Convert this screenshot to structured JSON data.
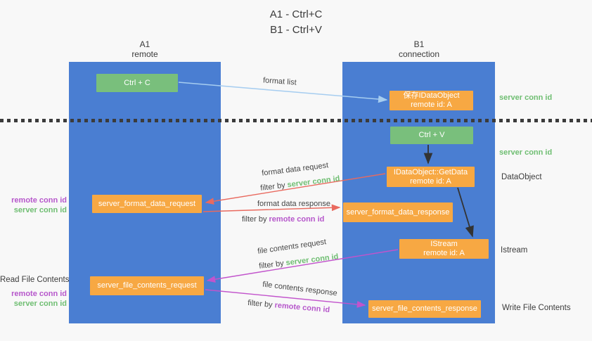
{
  "title": {
    "line1": "A1 - Ctrl+C",
    "line2": "B1 - Ctrl+V"
  },
  "columns": {
    "left": {
      "name": "A1",
      "role": "remote"
    },
    "right": {
      "name": "B1",
      "role": "connection"
    }
  },
  "boxes": {
    "ctrl_c": "Ctrl + C",
    "ctrl_v": "Ctrl + V",
    "save_idataobject": {
      "line1": "保存IDataObject",
      "line2": "remote id: A"
    },
    "getdata": {
      "line1": "IDataObject::GetData",
      "line2": "remote id: A"
    },
    "istream": {
      "line1": "IStream",
      "line2": "remote id: A"
    },
    "format_request": "server_format_data_request",
    "format_response": "server_format_data_response",
    "file_request": "server_file_contents_request",
    "file_response": "server_file_contents_response"
  },
  "labels": {
    "format_list": "format list",
    "format_data_request": "format data request",
    "format_data_response": "format data response",
    "file_contents_request": "file contents request",
    "file_contents_response": "file contents response",
    "filter_by": "filter by ",
    "server_conn_id": "server conn id",
    "remote_conn_id": "remote conn id"
  },
  "annotations": {
    "left": {
      "remote_conn_id_top": "remote conn id",
      "server_conn_id_top": "server conn id",
      "read_file_contents": "Read File Contents",
      "remote_conn_id_bottom": "remote conn id",
      "server_conn_id_bottom": "server conn id"
    },
    "right": {
      "server_conn_id_top": "server conn id",
      "server_conn_id_mid": "server conn id",
      "dataobject": "DataObject",
      "istream": "Istream",
      "write_file_contents": "Write File Contents"
    }
  },
  "colors": {
    "background": "#f8f8f8",
    "lifeline_blue": "#4a7ed2",
    "box_green": "#79bf7c",
    "box_orange": "#f7a843",
    "arrow_light_blue": "#a6cdf0",
    "arrow_red": "#e96a5f",
    "arrow_magenta": "#c254cc",
    "arrow_black": "#333333",
    "text_green": "#6fbe72",
    "text_purple": "#b657cb",
    "text_dark": "#3c3c3c"
  }
}
